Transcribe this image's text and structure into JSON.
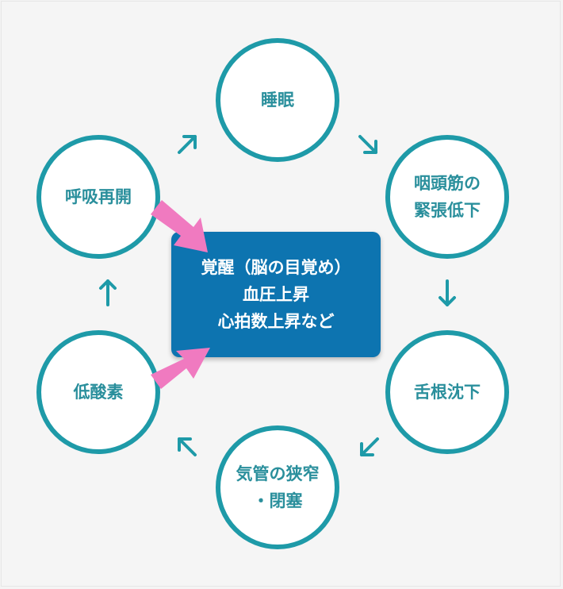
{
  "colors": {
    "circle_border": "#1e9aa8",
    "circle_text": "#2a8f9c",
    "arrow": "#1e9aa8",
    "center_bg": "#0d74b0",
    "center_text": "#ffffff",
    "pink_arrow": "#f07ac0"
  },
  "nodes": {
    "sleep": {
      "line1": "睡眠"
    },
    "pharynx": {
      "line1": "咽頭筋の",
      "line2": "緊張低下"
    },
    "tongue": {
      "line1": "舌根沈下"
    },
    "airway": {
      "line1": "気管の狭窄",
      "line2": "・閉塞"
    },
    "hypoxia": {
      "line1": "低酸素"
    },
    "breathing": {
      "line1": "呼吸再開"
    }
  },
  "center": {
    "line1": "覚醒（脳の目覚め）",
    "line2": "血圧上昇",
    "line3": "心拍数上昇など"
  }
}
